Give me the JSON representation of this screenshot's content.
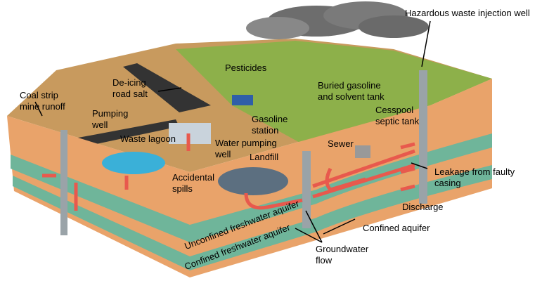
{
  "labels": {
    "hazardous_well": "Hazardous waste injection well",
    "coal_1": "Coal strip",
    "coal_2": "mine runoff",
    "deicing_1": "De-icing",
    "deicing_2": "road salt",
    "pesticides": "Pesticides",
    "buried_1": "Buried gasoline",
    "buried_2": "and solvent tank",
    "pumping_1": "Pumping",
    "pumping_2": "well",
    "gas_1": "Gasoline",
    "gas_2": "station",
    "cesspool_1": "Cesspool",
    "cesspool_2": "septic tank",
    "lagoon": "Waste lagoon",
    "water_pump_1": "Water pumping",
    "water_pump_2": "well",
    "sewer": "Sewer",
    "landfill": "Landfill",
    "spills_1": "Accidental",
    "spills_2": "spills",
    "leakage_1": "Leakage  from faulty",
    "leakage_2": "casing",
    "discharge": "Discharge",
    "confined": "Confined aquifer",
    "gw_1": "Groundwater",
    "gw_2": "flow",
    "unconfined_fw": "Unconfined freshwater aquifer",
    "confined_fw": "Confined freshwater aquifer"
  },
  "colors": {
    "soil": "#e9a36a",
    "aquifer": "#6fb59a",
    "grass": "#8db04a",
    "arrow": "#e8594d",
    "water": "#3ab0d8"
  }
}
